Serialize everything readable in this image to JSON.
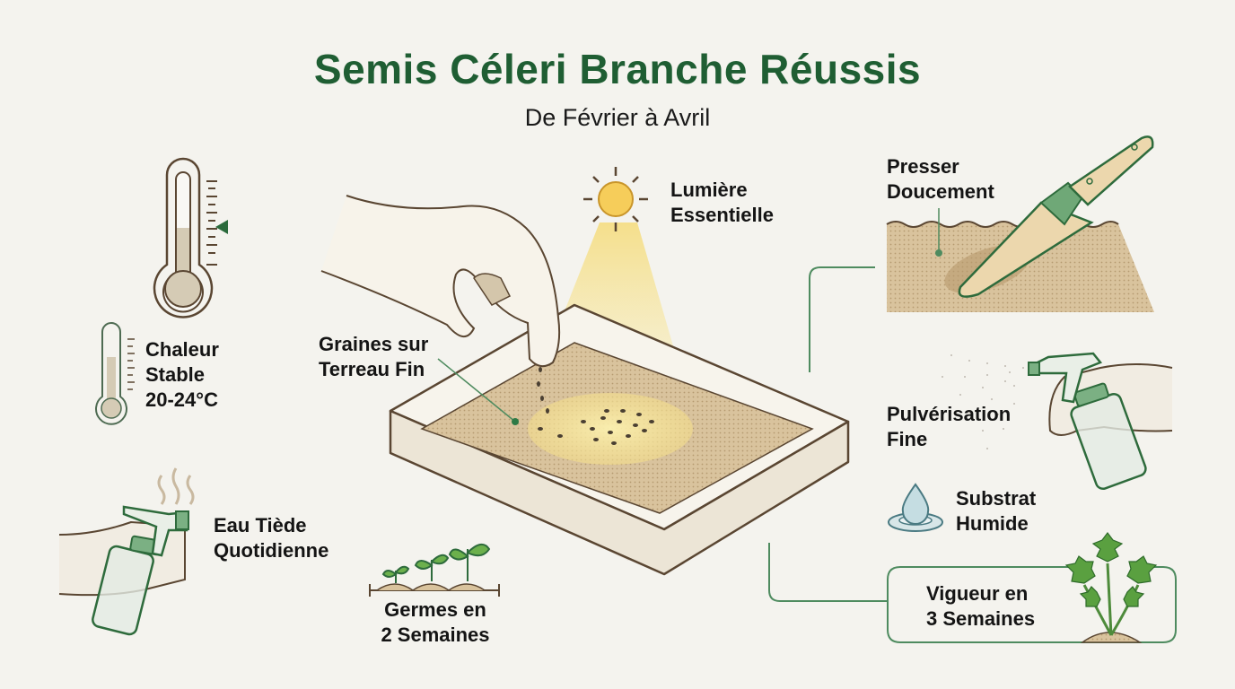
{
  "header": {
    "title": "Semis Céleri Branche Réussis",
    "subtitle": "De Février à Avril"
  },
  "colors": {
    "background": "#f4f3ee",
    "title_green": "#1f5e33",
    "accent_green": "#4e8b5f",
    "soil": "#d6bf98",
    "outline_brown": "#5a4632",
    "light_yellow": "#f6df80"
  },
  "steps": {
    "heat": {
      "line1": "Chaleur",
      "line2": "Stable",
      "line3": "20-24°C",
      "icon": "thermometer-icon"
    },
    "water": {
      "line1": "Eau Tiède",
      "line2": "Quotidienne",
      "icon": "spray-bottle-icon"
    },
    "seeds": {
      "line1": "Graines sur",
      "line2": "Terreau Fin",
      "icon": "seed-tray-icon"
    },
    "light": {
      "line1": "Lumière",
      "line2": "Essentielle",
      "icon": "sun-icon"
    },
    "germination": {
      "line1": "Germes en",
      "line2": "2 Semaines",
      "icon": "sprouts-icon"
    },
    "press": {
      "line1": "Presser",
      "line2": "Doucement",
      "icon": "trowel-icon"
    },
    "mist": {
      "line1": "Pulvérisation",
      "line2": "Fine",
      "icon": "spray-bottle-icon"
    },
    "moist": {
      "line1": "Substrat",
      "line2": "Humide",
      "icon": "water-drop-icon"
    },
    "vigor": {
      "line1": "Vigueur en",
      "line2": "3 Semaines",
      "icon": "celery-plant-icon"
    }
  }
}
